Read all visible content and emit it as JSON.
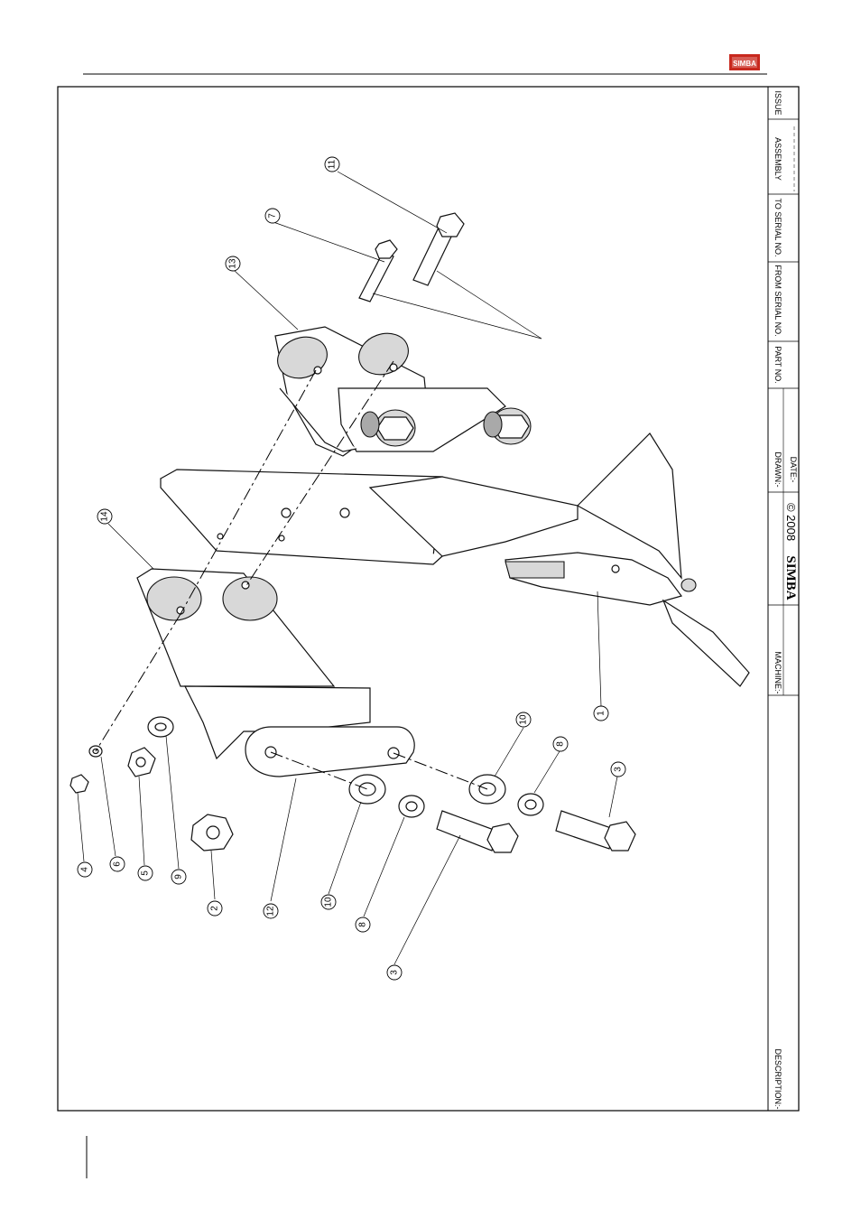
{
  "header": {
    "logo_text": "SIMBA",
    "logo_color": "#c8281e"
  },
  "title_block": {
    "issue_label": "ISSUE",
    "assembly_label": "ASSEMBLY",
    "to_serial_label": "TO SERIAL NO.",
    "from_serial_label": "FROM SERIAL NO.",
    "part_no_label": "PART NO.",
    "drawn_label": "DRAWN:-",
    "date_label": "DATE:-",
    "brand": "SIMBA",
    "copyright": "© 2008",
    "machine_label": "MACHINE:-",
    "description_label": "DESCRIPTION:-"
  },
  "balloons": [
    {
      "id": "b11",
      "label": "11"
    },
    {
      "id": "b7",
      "label": "7"
    },
    {
      "id": "b13",
      "label": "13"
    },
    {
      "id": "b14",
      "label": "14"
    },
    {
      "id": "b1",
      "label": "1"
    },
    {
      "id": "b10a",
      "label": "10"
    },
    {
      "id": "b8a",
      "label": "8"
    },
    {
      "id": "b3a",
      "label": "3"
    },
    {
      "id": "b4",
      "label": "4"
    },
    {
      "id": "b6",
      "label": "6"
    },
    {
      "id": "b5",
      "label": "5"
    },
    {
      "id": "b9",
      "label": "9"
    },
    {
      "id": "b2",
      "label": "2"
    },
    {
      "id": "b12",
      "label": "12"
    },
    {
      "id": "b10b",
      "label": "10"
    },
    {
      "id": "b8b",
      "label": "8"
    },
    {
      "id": "b3b",
      "label": "3"
    }
  ]
}
